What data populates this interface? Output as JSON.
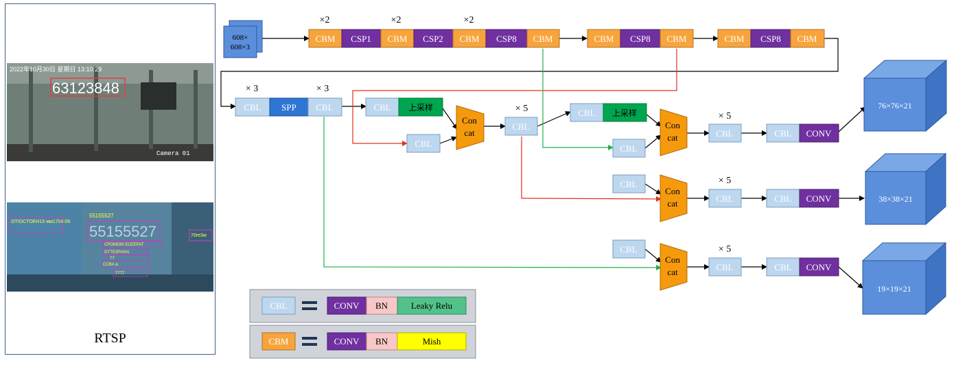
{
  "left_panel": {
    "caption": "RTSP",
    "photo1_ocr": "63123848",
    "photo1_timestamp": "2022年10月30日 星期日 13:10:29",
    "photo1_camera": "Camera 01",
    "photo2_top": "55155527",
    "photo2_big": "55155527",
    "photo2_left": "OTIOCTOEH15\nмм1704:09",
    "photo2_right": "70re3w",
    "photo2_lines": [
      "CPOMOIN EOZEPAT",
      "GTTE3PHAN",
      "77",
      "CCBA ж",
      "7777"
    ]
  },
  "labels": {
    "input": "608×\n608×3",
    "x2": "×2",
    "x3": "× 3",
    "x5": "× 5",
    "cbm": "CBM",
    "cbl": "CBL",
    "csp1": "CSP1",
    "csp2": "CSP2",
    "csp8": "CSP8",
    "spp": "SPP",
    "upsample": "上采样",
    "concat1": "Con",
    "concat2": "cat",
    "conv": "CONV",
    "out76": "76×76×21",
    "out38": "38×38×21",
    "out19": "19×19×21"
  },
  "legend": {
    "cbl_parts": [
      "CONV",
      "BN",
      "Leaky Relu"
    ],
    "cbm_parts": [
      "CONV",
      "BN",
      "Mish"
    ]
  },
  "colors": {
    "cbm": "#f8a43c",
    "csp": "#7030a0",
    "cbl": "#bdd7ee",
    "spp": "#2e75d4",
    "upsample": "#00a550",
    "concat": "#f59a0d",
    "cube": "#5b8fdc",
    "bn": "#f8c8c8",
    "leaky": "#52c28a",
    "mish": "#ffff00",
    "arrow_red": "#e03020",
    "arrow_green": "#22b04a"
  }
}
